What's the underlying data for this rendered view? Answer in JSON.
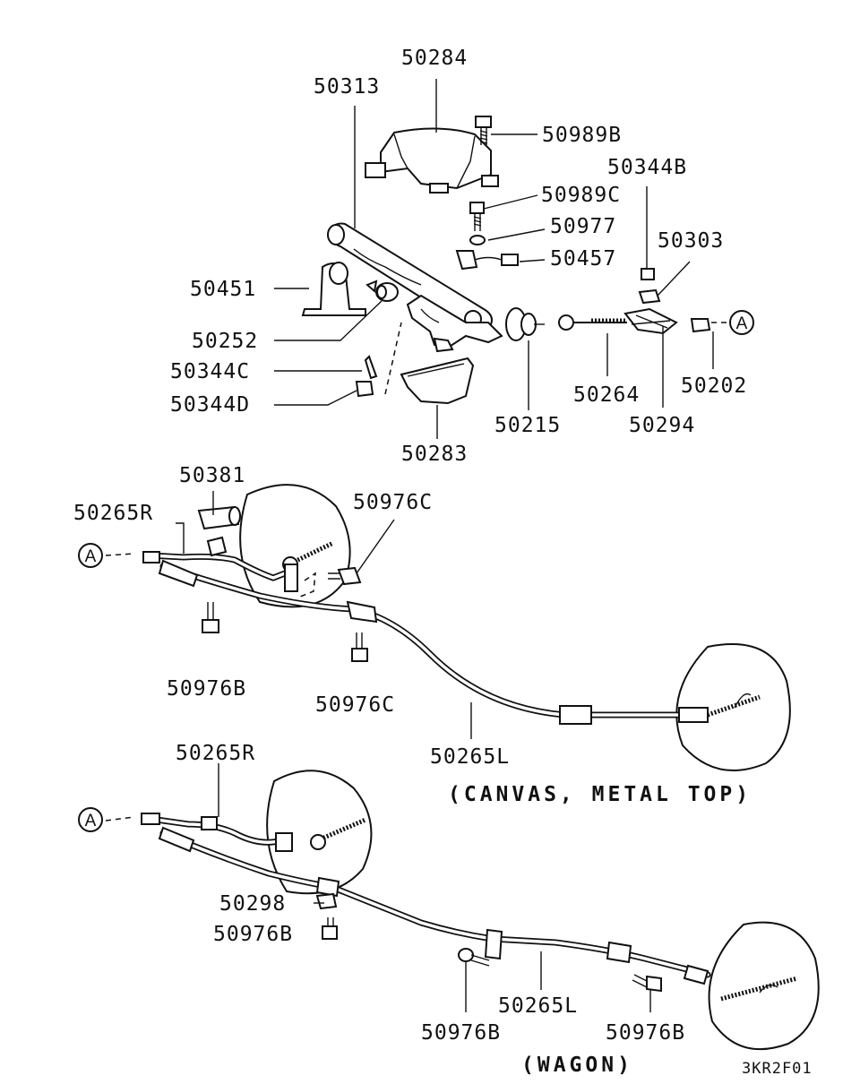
{
  "labels": {
    "p50284": "50284",
    "p50313": "50313",
    "p50989B": "50989B",
    "p50344B": "50344B",
    "p50989C": "50989C",
    "p50977": "50977",
    "p50303": "50303",
    "p50457": "50457",
    "p50451": "50451",
    "p50252": "50252",
    "p50344C": "50344C",
    "p50344D": "50344D",
    "p50283": "50283",
    "p50215": "50215",
    "p50264": "50264",
    "p50294": "50294",
    "p50202": "50202",
    "p50381": "50381",
    "p50265R_top": "50265R",
    "p50976C_top": "50976C",
    "p50976B_mid": "50976B",
    "p50976C_mid": "50976C",
    "p50265L_mid": "50265L",
    "p50265R_low": "50265R",
    "p50298": "50298",
    "p50976B_low1": "50976B",
    "p50976B_low2": "50976B",
    "p50265L_low": "50265L",
    "p50976B_low3": "50976B"
  },
  "refs": {
    "connector_a1": "A",
    "connector_a2": "A",
    "connector_a3": "A"
  },
  "captions": {
    "canvas_metal_top": "(CANVAS, METAL TOP)",
    "wagon": "(WAGON)",
    "figure_code": "3KR2F01"
  }
}
